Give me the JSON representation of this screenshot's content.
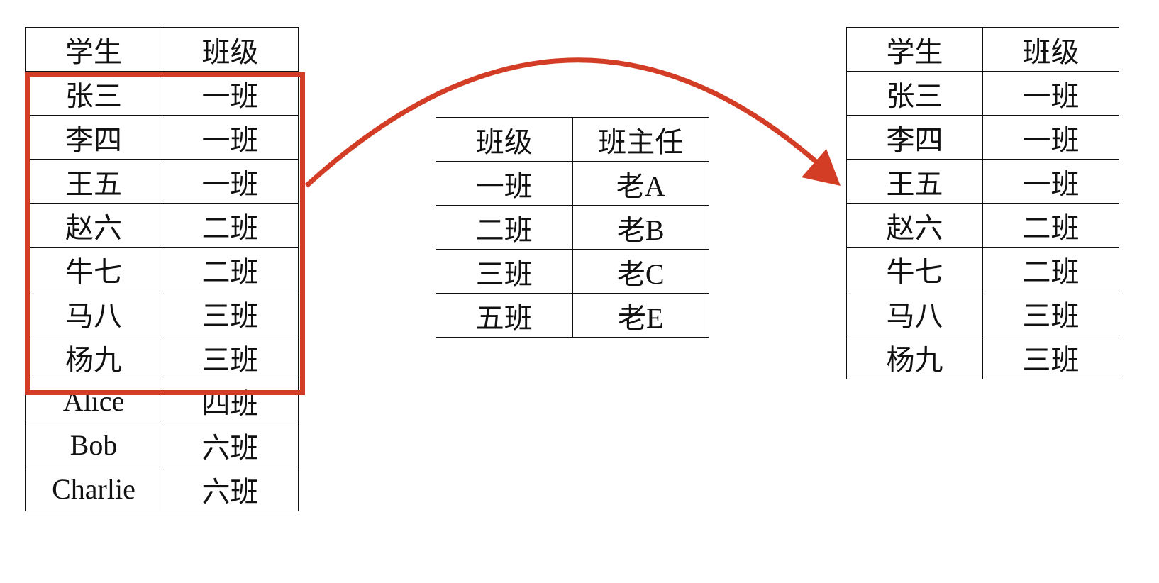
{
  "students_table": {
    "headers": [
      "学生",
      "班级"
    ],
    "rows": [
      [
        "张三",
        "一班"
      ],
      [
        "李四",
        "一班"
      ],
      [
        "王五",
        "一班"
      ],
      [
        "赵六",
        "二班"
      ],
      [
        "牛七",
        "二班"
      ],
      [
        "马八",
        "三班"
      ],
      [
        "杨九",
        "三班"
      ],
      [
        "Alice",
        "四班"
      ],
      [
        "Bob",
        "六班"
      ],
      [
        "Charlie",
        "六班"
      ]
    ]
  },
  "teachers_table": {
    "headers": [
      "班级",
      "班主任"
    ],
    "rows": [
      [
        "一班",
        "老A"
      ],
      [
        "二班",
        "老B"
      ],
      [
        "三班",
        "老C"
      ],
      [
        "五班",
        "老E"
      ]
    ]
  },
  "result_table": {
    "headers": [
      "学生",
      "班级"
    ],
    "rows": [
      [
        "张三",
        "一班"
      ],
      [
        "李四",
        "一班"
      ],
      [
        "王五",
        "一班"
      ],
      [
        "赵六",
        "二班"
      ],
      [
        "牛七",
        "二班"
      ],
      [
        "马八",
        "三班"
      ],
      [
        "杨九",
        "三班"
      ]
    ]
  },
  "colors": {
    "highlight": "#d33d26",
    "border": "#111111"
  }
}
